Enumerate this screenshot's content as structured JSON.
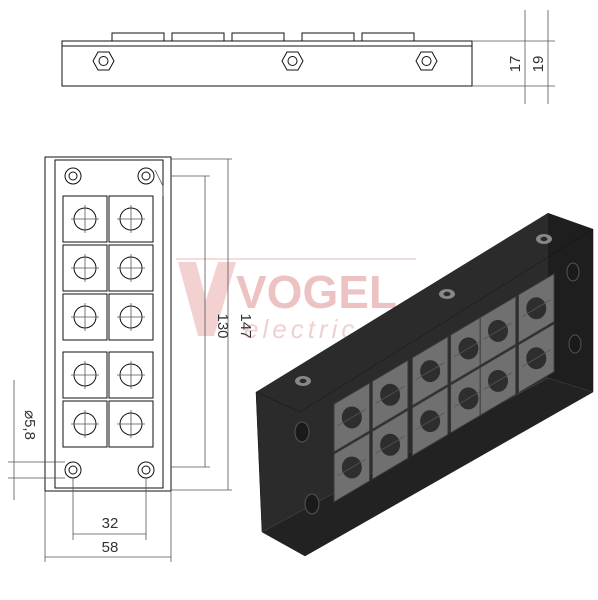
{
  "drawing": {
    "dimensions": {
      "height_inner": "17",
      "height_outer": "19",
      "length_outer": "147",
      "length_inner": "130",
      "hole_diameter": "⌀5,8",
      "width_inner": "32",
      "width_outer": "58"
    },
    "watermark": {
      "brand": "VOGEL",
      "sub": "electric"
    },
    "colors": {
      "line": "#111111",
      "dimension": "#555555",
      "body_dark": "#2b2b2b",
      "grommet": "#6e6e6e",
      "watermark": "#e9b8b8"
    }
  }
}
